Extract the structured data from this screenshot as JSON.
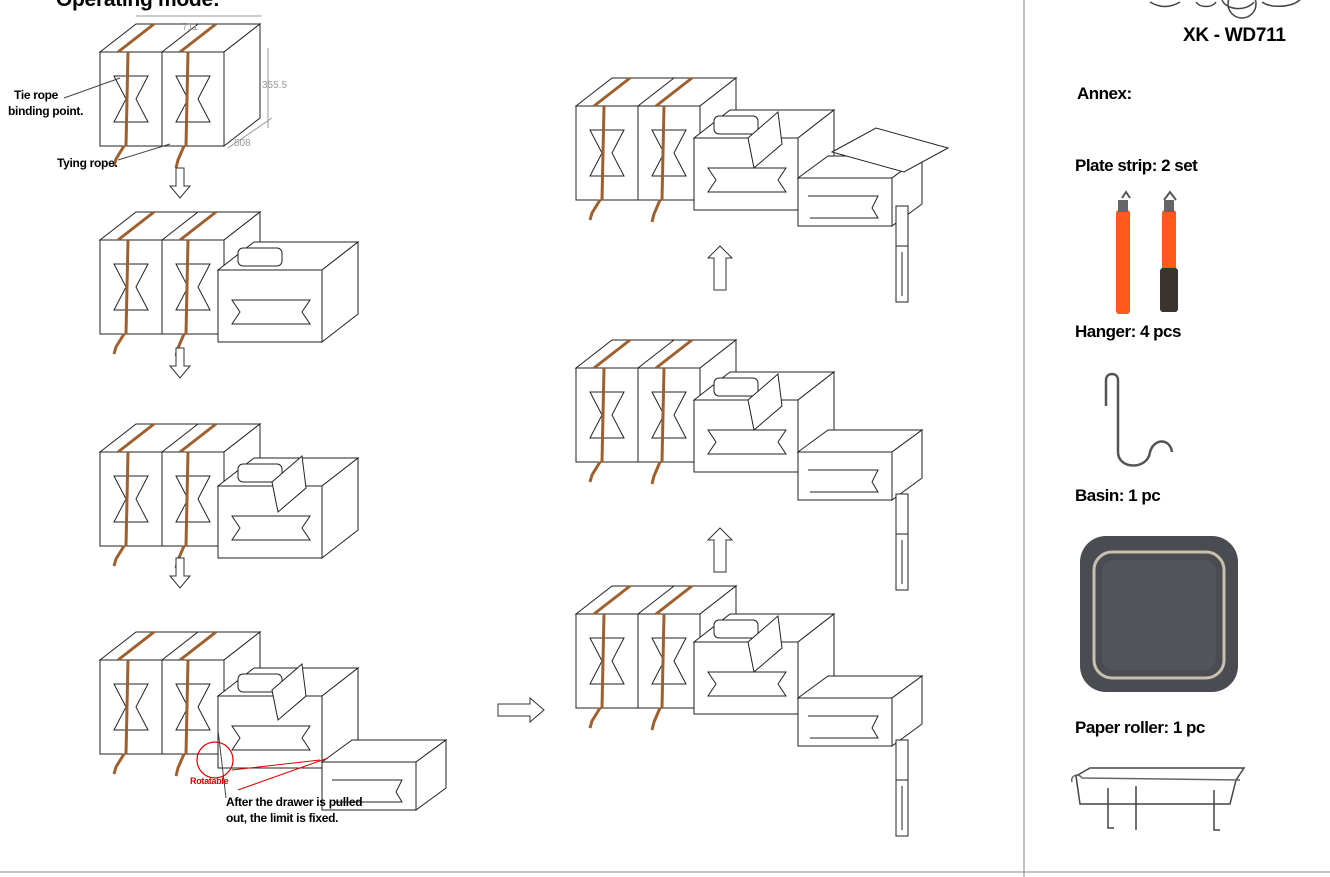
{
  "heading": "Operating mode:",
  "brand": {
    "model": "XK -  WD711"
  },
  "callouts": {
    "tie_point": "Tie rope binding point.",
    "tie_point_line1": "Tie rope",
    "tie_point_line2": "binding point.",
    "tying_rope": "Tying rope.",
    "rotatable": "Rotatable",
    "drawer_note_line1": "After the drawer is pulled",
    "drawer_note_line2": "out, the limit is fixed."
  },
  "dimensions": {
    "width": "711",
    "height": "355.5",
    "depth": "508"
  },
  "annex": {
    "title": "Annex:",
    "items": [
      {
        "label": "Plate strip: 2 set",
        "icon": "ratchet-strap-icon"
      },
      {
        "label": "Hanger: 4 pcs",
        "icon": "s-hook-icon"
      },
      {
        "label": "Basin: 1 pc",
        "icon": "basin-icon"
      },
      {
        "label": "Paper roller: 1 pc",
        "icon": "paper-roller-icon"
      }
    ]
  },
  "colors": {
    "strap": "#a0602e",
    "accent_red": "#e00000",
    "strap_orange": "#ff5a1a"
  }
}
